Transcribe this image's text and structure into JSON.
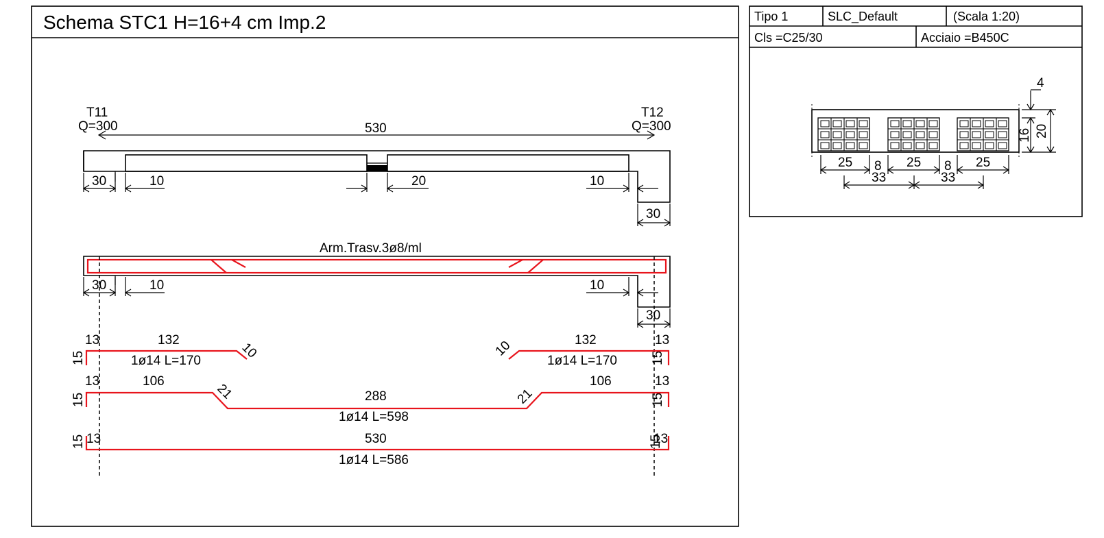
{
  "title": "Schema STC1  H=16+4 cm Imp.2",
  "info_box": {
    "tipo": "Tipo 1",
    "slc": "SLC_Default",
    "scala": "(Scala 1:20)",
    "cls": "Cls =C25/30",
    "acciaio": "Acciaio =B450C"
  },
  "section": {
    "dims": {
      "top": "4",
      "h_inner": "16",
      "h_total": "20",
      "w1": "25",
      "w2": "25",
      "w3": "25",
      "gap1": "8",
      "gap2": "8",
      "pitch1": "33",
      "pitch2": "33"
    }
  },
  "elevation": {
    "left_support": {
      "name": "T11",
      "load": "Q=300"
    },
    "right_support": {
      "name": "T12",
      "load": "Q=300"
    },
    "span": "530",
    "left_width": "30",
    "right_width": "30",
    "d_left": "10",
    "d_mid": "20",
    "d_right": "10"
  },
  "transverse": {
    "label": "Arm.Trasv.3ø8/ml",
    "left_width": "30",
    "right_width": "30",
    "d_left": "10",
    "d_right": "10"
  },
  "bars": {
    "b1": {
      "hook": "13",
      "len": "132",
      "bend": "10",
      "vert": "15",
      "label": "1ø14 L=170"
    },
    "b2": {
      "hook": "13",
      "len": "106",
      "bend": "21",
      "mid": "288",
      "vert": "15",
      "label": "1ø14 L=598"
    },
    "b3": {
      "hook": "13",
      "len": "530",
      "vert": "15",
      "label": "1ø14 L=586"
    }
  },
  "colors": {
    "rebar": "#e8141c",
    "ink": "#000000"
  }
}
